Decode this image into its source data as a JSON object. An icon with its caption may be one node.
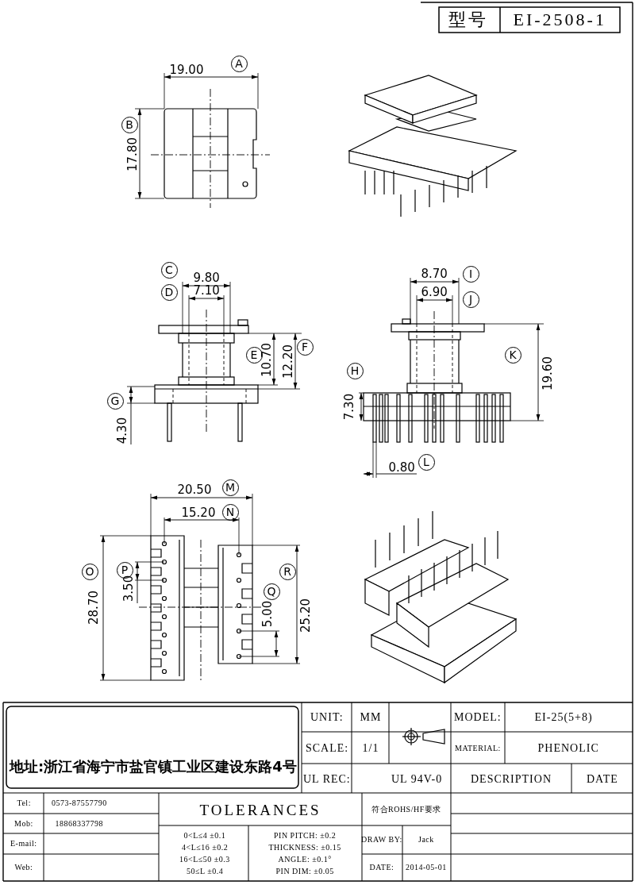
{
  "diagram": {
    "labels": [
      "型号",
      "EI-2508-1",
      "19.00",
      "A",
      "B",
      "17.80",
      "C",
      "9.80",
      "D",
      "7.10",
      "E",
      "10.70",
      "12.20",
      "F",
      "G",
      "4.30",
      "8.70",
      "I",
      "6.90",
      "J",
      "K",
      "19.60",
      "H",
      "7.30",
      "0.80",
      "L",
      "20.50",
      "M",
      "15.20",
      "N",
      "O",
      "28.70",
      "P",
      "3.50",
      "R",
      "Q",
      "5.00",
      "25.20",
      "UNIT:",
      "MM",
      "MODEL:",
      "EI-25(5+8)",
      "地址:浙江省海宁市盐官镇工业区建设东路4号",
      "SCALE:",
      "1/1",
      "MATERIAL:",
      "PHENOLIC",
      "UL REC:",
      "UL 94V-0",
      "DESCRIPTION",
      "DATE",
      "Tel:",
      "0573-87557790",
      "TOLERANCES",
      "符合ROHS/HF要求",
      "Mob:",
      "18868337798",
      "E-mail:",
      "0<L≤4 ±0.1",
      "4<L≤16 ±0.2",
      "16<L≤50 ±0.3",
      "50≤L ±0.4",
      "PIN PITCH: ±0.2",
      "THICKNESS: ±0.15",
      "ANGLE: ±0.1°",
      "PIN DIM: ±0.05",
      "DRAW BY:",
      "Jack",
      "Web:",
      "DATE:",
      "2014-05-01"
    ]
  }
}
